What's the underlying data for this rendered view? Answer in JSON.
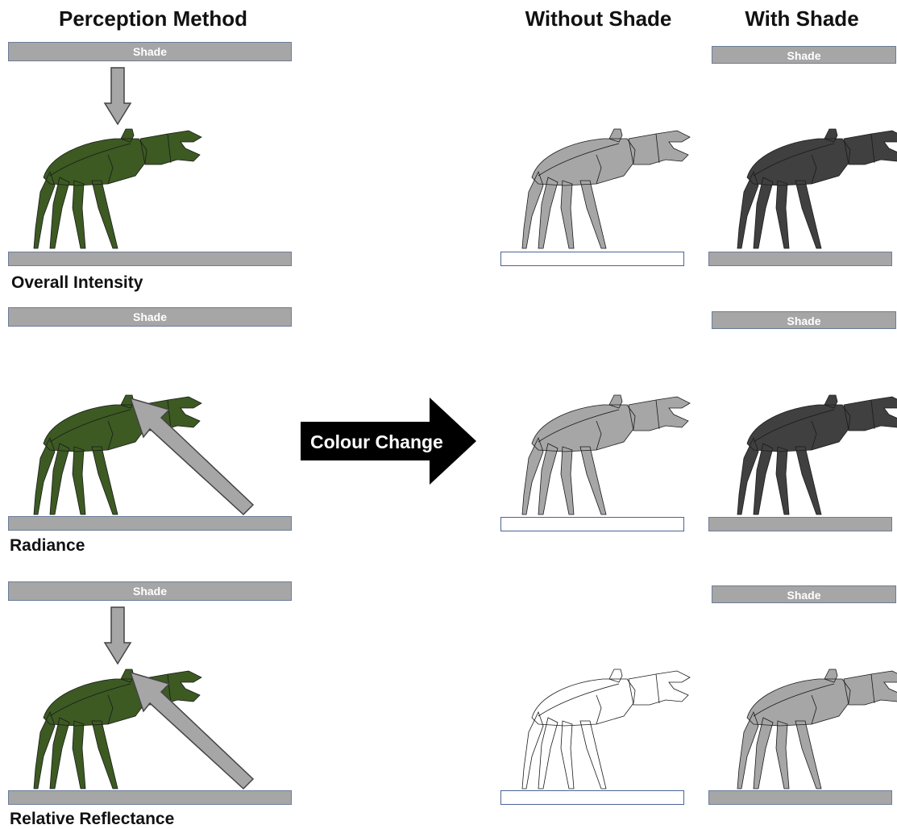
{
  "headers": {
    "perception_method": "Perception Method",
    "without_shade": "Without Shade",
    "with_shade": "With Shade"
  },
  "shade_label": "Shade",
  "center_arrow_label": "Colour Change",
  "rows": [
    {
      "method": "Overall Intensity"
    },
    {
      "method": "Radiance"
    },
    {
      "method": "Relative Reflectance"
    }
  ],
  "colors": {
    "crab_green": "#3c5a22",
    "crab_light_grey": "#a6a6a6",
    "crab_dark_grey": "#404040",
    "bar_grey": "#a6a6a6",
    "arrow_fill": "#a6a6a6",
    "big_arrow": "#000000"
  }
}
